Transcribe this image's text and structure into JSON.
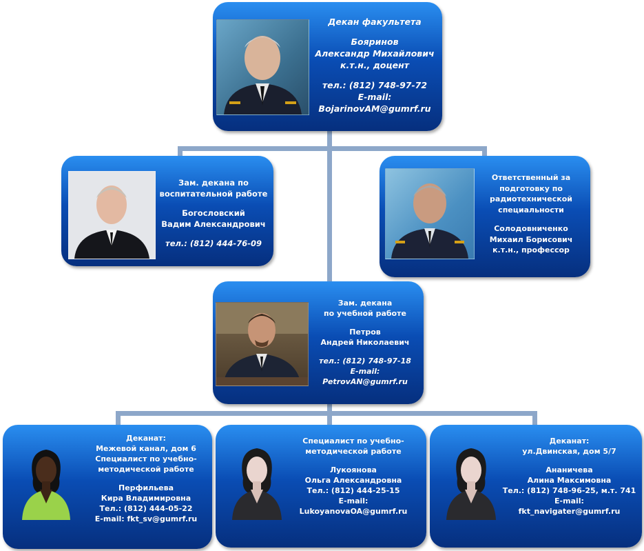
{
  "dean": {
    "title": "Декан факультета",
    "name1": "Бояринов",
    "name2": "Александр Михайлович",
    "degree": "к.т.н., доцент",
    "phone": "тел.: (812) 748-97-72",
    "email_label": "E-mail:",
    "email": "BojarinovAM@gumrf.ru"
  },
  "deputy_edu": {
    "title1": "Зам. декана по",
    "title2": "воспитательной работе",
    "name1": "Богословский",
    "name2": "Вадим Александрович",
    "phone": "тел.: (812) 444-76-09"
  },
  "responsible": {
    "title1": "Ответственный за",
    "title2": "подготовку по",
    "title3": "радиотехнической",
    "title4": "специальности",
    "name1": "Солодовниченко",
    "name2": "Михаил Борисович",
    "degree": "к.т.н., профессор"
  },
  "deputy_study": {
    "title1": "Зам. декана",
    "title2": "по учебной работе",
    "name1": "Петров",
    "name2": "Андрей Николаевич",
    "phone": "тел.: (812) 748-97-18",
    "email_label": "E-mail:",
    "email": "PetrovAN@gumrf.ru"
  },
  "office1": {
    "line1": "Деканат:",
    "line2": "Межевой канал, дом 6",
    "line3": "Специалист по учебно-",
    "line4": "методической работе",
    "name1": "Перфильева",
    "name2": "Кира Владимировна",
    "phone": "Тел.: (812) 444-05-22",
    "email": "E-mail: fkt_sv@gumrf.ru"
  },
  "office2": {
    "line1": "Специалист по учебно-",
    "line2": "методической работе",
    "name1": "Лукоянова",
    "name2": "Ольга Александровна",
    "phone": "Тел.: (812) 444-25-15",
    "email_label": "E-mail:",
    "email": "LukoyanovaOA@gumrf.ru"
  },
  "office3": {
    "line1": "Деканат:",
    "line2": "ул.Двинская, дом 5/7",
    "name1": "Ананичева",
    "name2": "Алина Максимовна",
    "phone": "Тел.: (812) 748-96-25,  м.т. 741",
    "email_label": "E-mail:",
    "email": "fkt_navigater@gumrf.ru"
  },
  "colors": {
    "card_top": "#2a8ef0",
    "card_bottom": "#062f7e",
    "connector": "#8da7c9"
  }
}
